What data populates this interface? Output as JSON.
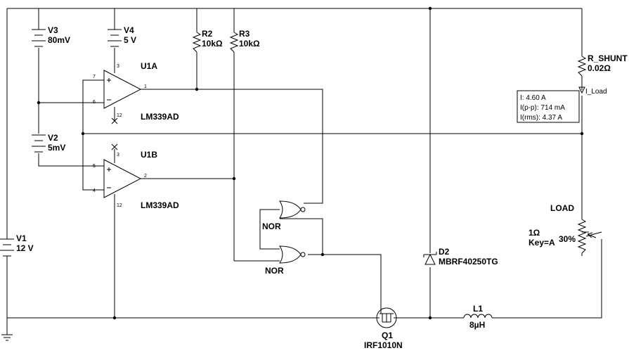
{
  "components": {
    "v1": {
      "ref": "V1",
      "value": "12 V"
    },
    "v2": {
      "ref": "V2",
      "value": "5mV"
    },
    "v3": {
      "ref": "V3",
      "value": "80mV"
    },
    "v4": {
      "ref": "V4",
      "value": "5 V"
    },
    "r2": {
      "ref": "R2",
      "value": "10kΩ"
    },
    "r3": {
      "ref": "R3",
      "value": "10kΩ"
    },
    "u1a": {
      "ref": "U1A",
      "part": "LM339AD",
      "pins": {
        "noninv": "7",
        "inv": "6",
        "out": "1",
        "vcc": "3",
        "gnd": "12"
      }
    },
    "u1b": {
      "ref": "U1B",
      "part": "LM339AD",
      "pins": {
        "noninv": "5",
        "inv": "4",
        "out": "2",
        "vcc": "3",
        "gnd": "12"
      }
    },
    "nor1": {
      "label": "NOR"
    },
    "nor2": {
      "label": "NOR"
    },
    "q1": {
      "ref": "Q1",
      "part": "IRF1010N"
    },
    "d2": {
      "ref": "D2",
      "part": "MBRF40250TG"
    },
    "l1": {
      "ref": "L1",
      "value": "8µH"
    },
    "r_shunt": {
      "ref": "R_SHUNT",
      "value": "0.02Ω"
    },
    "load": {
      "ref": "LOAD",
      "value": "1Ω",
      "key": "Key=A",
      "percent": "30%"
    }
  },
  "probe": {
    "name": "I_Load",
    "lines": [
      "I: 4.60 A",
      "I(p-p): 714 mA",
      "I(rms): 4.37 A"
    ]
  }
}
